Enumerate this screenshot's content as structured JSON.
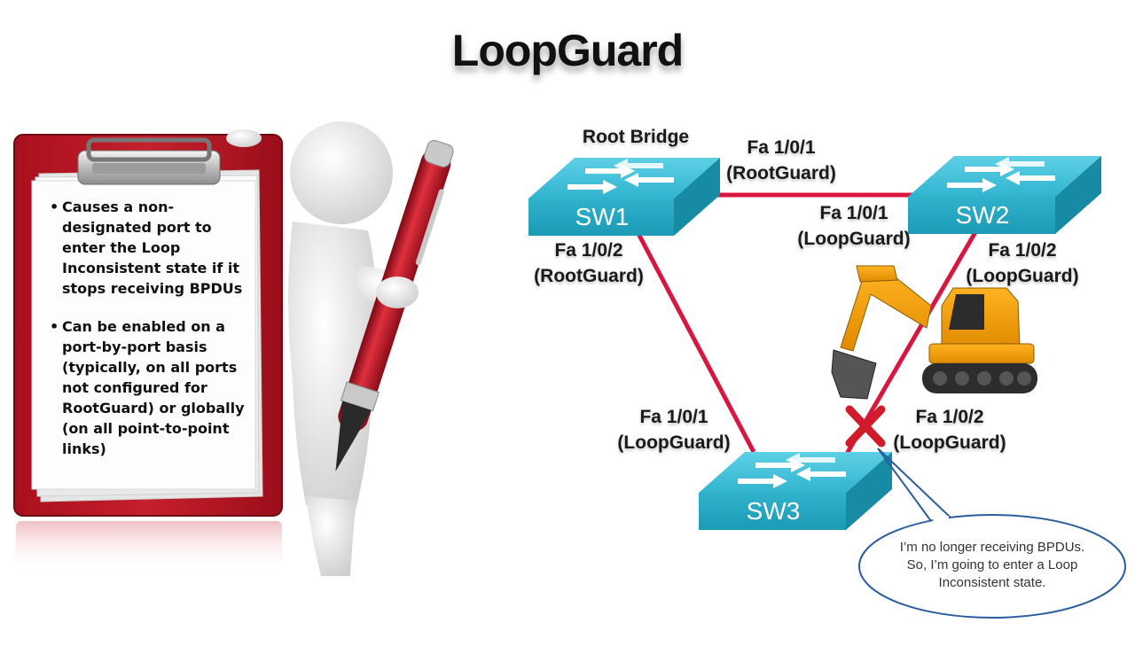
{
  "title": "LoopGuard",
  "clipboard": {
    "bullets": [
      "Causes a non-designated port to enter the Loop Inconsistent state if it stops receiving BPDUs",
      "Can be enabled on a port-by-port basis (typically, on all ports not configured for RootGuard) or globally (on all point-to-point links)"
    ],
    "bullet_symbol": "•"
  },
  "diagram": {
    "root_bridge_label": "Root Bridge",
    "switches": {
      "sw1": "SW1",
      "sw2": "SW2",
      "sw3": "SW3"
    },
    "ports": {
      "sw1_to_sw2": {
        "port": "Fa 1/0/1",
        "mode": "(RootGuard)"
      },
      "sw2_to_sw1": {
        "port": "Fa 1/0/1",
        "mode": "(LoopGuard)"
      },
      "sw1_to_sw3": {
        "port": "Fa 1/0/2",
        "mode": "(RootGuard)"
      },
      "sw2_to_sw3": {
        "port": "Fa 1/0/2",
        "mode": "(LoopGuard)"
      },
      "sw3_to_sw1": {
        "port": "Fa 1/0/1",
        "mode": "(LoopGuard)"
      },
      "sw3_to_sw2": {
        "port": "Fa 1/0/2",
        "mode": "(LoopGuard)"
      }
    },
    "link_color": "#d8173f",
    "switch_color": "#2bb0cc",
    "failure_mark_color": "#d11a2a",
    "callout": {
      "line1": "I’m no longer receiving BPDUs.",
      "line2": "So, I’m going to enter a Loop",
      "line3": "Inconsistent state."
    }
  }
}
